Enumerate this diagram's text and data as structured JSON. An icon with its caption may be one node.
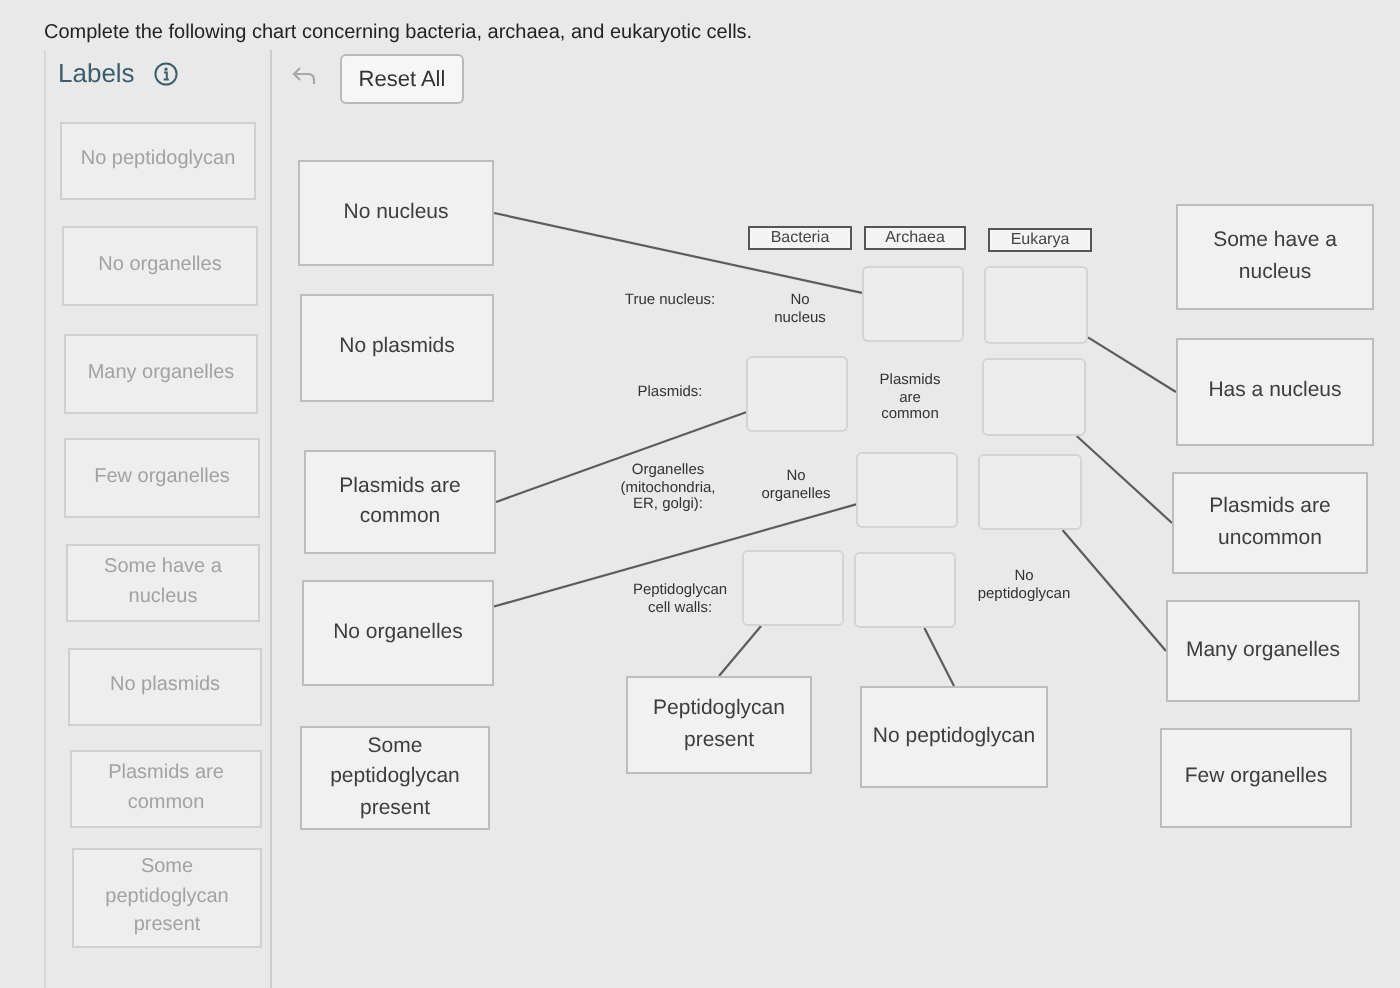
{
  "diagram": {
    "title": "Complete the following chart concerning bacteria, archaea, and eukaryotic cells.",
    "nodes": [
      {
        "text": [
          "Labels"
        ]
      },
      {
        "text": [
          "No peptidoglycan"
        ],
        "in": 0
      },
      {
        "text": [
          "No organelles"
        ],
        "in": 0
      },
      {
        "text": [
          "Many organelles"
        ],
        "in": 0
      },
      {
        "text": [
          "Few organelles"
        ],
        "in": 0
      },
      {
        "text": [
          "Some have a nucleus"
        ],
        "in": 0
      },
      {
        "text": [
          "No plasmids"
        ],
        "in": 0
      },
      {
        "text": [
          "Plasmids are common"
        ],
        "in": 0
      },
      {
        "text": [
          "Some peptidoglycan present"
        ],
        "in": 0
      },
      {
        "text": [
          "Bacteria"
        ]
      },
      {
        "text": [
          "Archaea"
        ]
      },
      {
        "text": [
          "Eukarya"
        ]
      },
      {
        "text": [
          "No nucleus"
        ]
      },
      {
        "text": [],
        "shape": "box"
      },
      {
        "text": [],
        "shape": "box"
      },
      {
        "text": [
          "Some have a nucleus"
        ]
      },
      {
        "text": [
          "No plasmids"
        ]
      },
      {
        "text": [],
        "shape": "box"
      },
      {
        "text": [],
        "shape": "box"
      },
      {
        "text": [
          "Has a nucleus"
        ]
      },
      {
        "text": [
          "Plasmids are common"
        ]
      },
      {
        "text": [],
        "shape": "box"
      },
      {
        "text": [],
        "shape": "box"
      },
      {
        "text": [
          "Plasmids are uncommon"
        ]
      },
      {
        "text": [
          "No organelles"
        ]
      },
      {
        "text": [],
        "shape": "box"
      },
      {
        "text": [],
        "shape": "box"
      },
      {
        "text": [
          "Many organelles"
        ]
      },
      {
        "text": [
          "Some peptidoglycan present"
        ]
      },
      {
        "text": [
          "Peptidoglycan present"
        ]
      },
      {
        "text": [
          "No peptidoglycan"
        ]
      },
      {
        "text": [
          "Few organelles"
        ]
      }
    ],
    "edges": [
      {
        "from": 12,
        "to": 13,
        "arrow": "none"
      },
      {
        "from": 19,
        "to": 14,
        "arrow": "none"
      },
      {
        "from": 20,
        "to": 17,
        "arrow": "none"
      },
      {
        "from": 23,
        "to": 18,
        "arrow": "none"
      },
      {
        "from": 24,
        "to": 21,
        "arrow": "none"
      },
      {
        "from": 27,
        "to": 22,
        "arrow": "none"
      },
      {
        "from": 29,
        "to": 25,
        "arrow": "none"
      },
      {
        "from": 30,
        "to": 26,
        "arrow": "none"
      }
    ],
    "labels": [
      "Reset All",
      "True nucleus:",
      "No nucleus",
      "Plasmids:",
      "Plasmids are common",
      "Organelles (mitochondria, ER, golgi):",
      "No organelles",
      "Peptidoglycan cell walls:",
      "No peptidoglycan"
    ]
  }
}
